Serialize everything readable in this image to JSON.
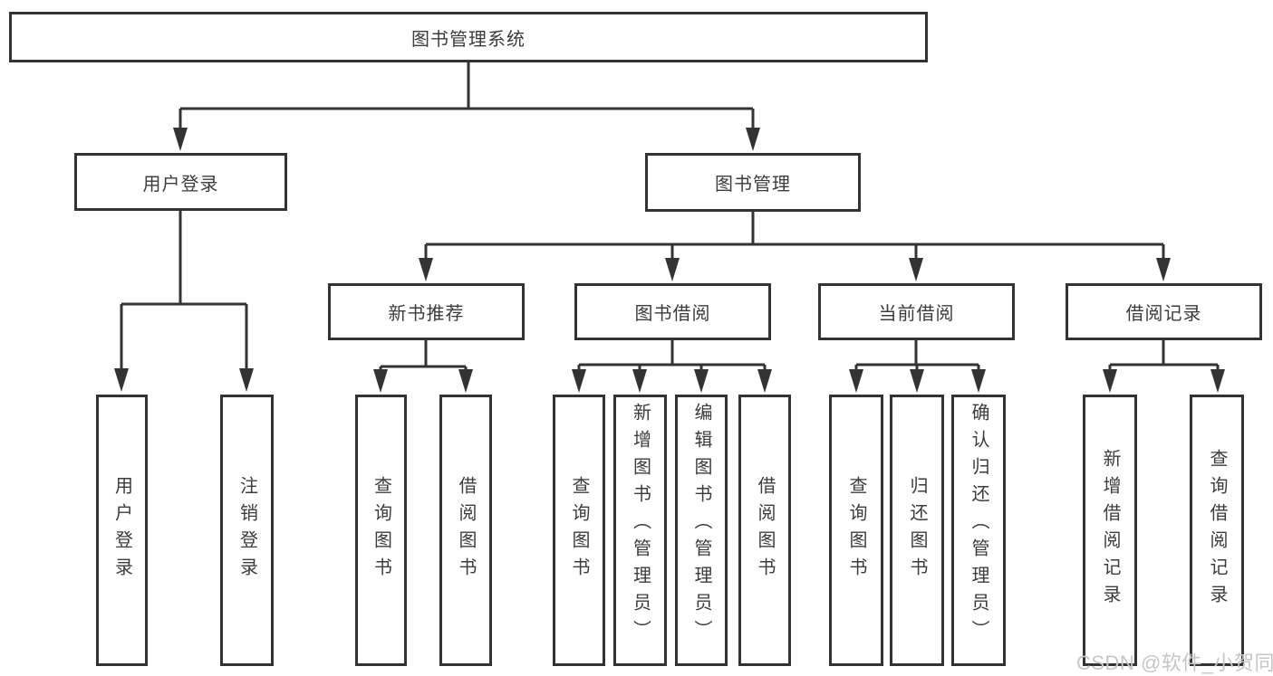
{
  "diagram": {
    "root": {
      "label": "图书管理系统"
    },
    "branches": [
      {
        "label": "用户登录",
        "leaves": [
          {
            "label": "用户登录"
          },
          {
            "label": "注销登录"
          }
        ]
      },
      {
        "label": "图书管理",
        "groups": [
          {
            "label": "新书推荐",
            "leaves": [
              {
                "label": "查询图书"
              },
              {
                "label": "借阅图书"
              }
            ]
          },
          {
            "label": "图书借阅",
            "leaves": [
              {
                "label": "查询图书"
              },
              {
                "label": "新增图书（管理员）"
              },
              {
                "label": "编辑图书（管理员）"
              },
              {
                "label": "借阅图书"
              }
            ]
          },
          {
            "label": "当前借阅",
            "leaves": [
              {
                "label": "查询图书"
              },
              {
                "label": "归还图书"
              },
              {
                "label": "确认归还（管理员）"
              }
            ]
          },
          {
            "label": "借阅记录",
            "leaves": [
              {
                "label": "新增借阅记录"
              },
              {
                "label": "查询借阅记录"
              }
            ]
          }
        ]
      }
    ]
  },
  "watermark": {
    "text": "CSDN @软件_小贺同学"
  },
  "colors": {
    "line": "#333333",
    "text": "#3c3c3c",
    "box_background": "#ffffff",
    "page_background": "#ffffff",
    "watermark": "#c6c6c6"
  }
}
